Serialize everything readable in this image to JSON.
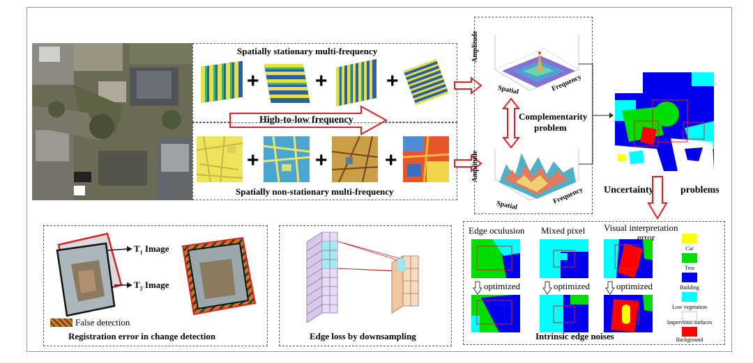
{
  "top": {
    "stationary_title": "Spatially stationary multi-frequency",
    "nonstationary_title": "Spatially non-stationary multi-frequency",
    "arrow_label": "High-to-low frequency",
    "plus": "+"
  },
  "plots": {
    "amplitude": "Amplitude",
    "spatial": "Spatial",
    "frequency": "Frequency",
    "complementarity": "Complementarity\nproblem",
    "complementarity_l1": "Complementarity",
    "complementarity_l2": "problem"
  },
  "right": {
    "uncertainty": "Uncertainty",
    "problems": "problems"
  },
  "bottom": {
    "t1": "T",
    "t1_sub": "1",
    "t1_rest": " Image",
    "t2": "T",
    "t2_sub": "2",
    "t2_rest": " Image",
    "false_detection": "False detection",
    "registration_caption": "Registration error in change detection",
    "edge_loss_caption": "Edge loss by downsampling",
    "edge_occlusion": "Edge oculusion",
    "mixed_pixel": "Mixed pixel",
    "visual_error_l1": "Visual interpretation",
    "visual_error_l2": "error",
    "optimized": "optimized",
    "intrinsic_caption": "Intrinsic edge noises"
  },
  "legend": [
    {
      "label": "Car",
      "color": "#ffff00"
    },
    {
      "label": "Tree",
      "color": "#00dd00"
    },
    {
      "label": "Building",
      "color": "#0000ee"
    },
    {
      "label": "Low vegetation",
      "color": "#00ffff"
    },
    {
      "label": "Impervious surfaces",
      "color": "#ffffff"
    },
    {
      "label": "Background",
      "color": "#ff0000"
    }
  ],
  "colors": {
    "arrow_red": "#e02020",
    "building": "#0000ee",
    "tree": "#00dd00",
    "lowveg": "#00ffff",
    "car": "#ffff00",
    "background": "#ff0000",
    "hatch_orange": "#e07020"
  }
}
